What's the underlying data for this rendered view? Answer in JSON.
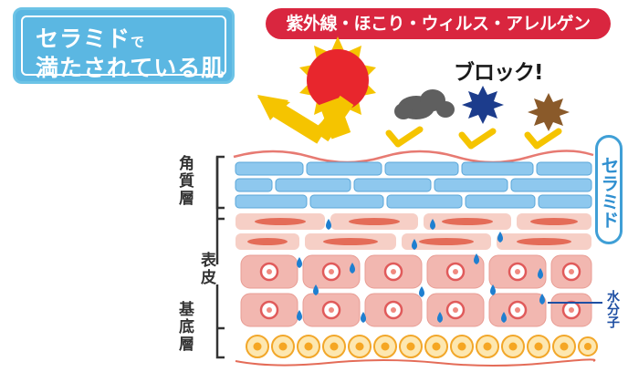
{
  "title": {
    "line1_main": "セラミド",
    "line1_suffix": "で",
    "line2": "満たされている肌"
  },
  "banner": "紫外線・ほこり・ウィルス・アレルゲン",
  "block_text": "ブロック!",
  "side_label": "セラミド",
  "layer_labels": {
    "stratum_corneum": "角質層",
    "epidermis": "表皮",
    "basal": "基底層"
  },
  "water_label": "水分子",
  "colors": {
    "title_blue": "#5bb7e2",
    "banner_red": "#d9263f",
    "sun_red": "#e8262d",
    "arrow_yellow": "#f5c400",
    "corneum_blue": "#8ec8ee",
    "cell_pink": "#f2b7b0",
    "water_blue": "#1f7fd0"
  },
  "icons": [
    "sun-icon",
    "cloud-icon",
    "virus-icon",
    "allergen-icon",
    "water-drop-icon"
  ]
}
